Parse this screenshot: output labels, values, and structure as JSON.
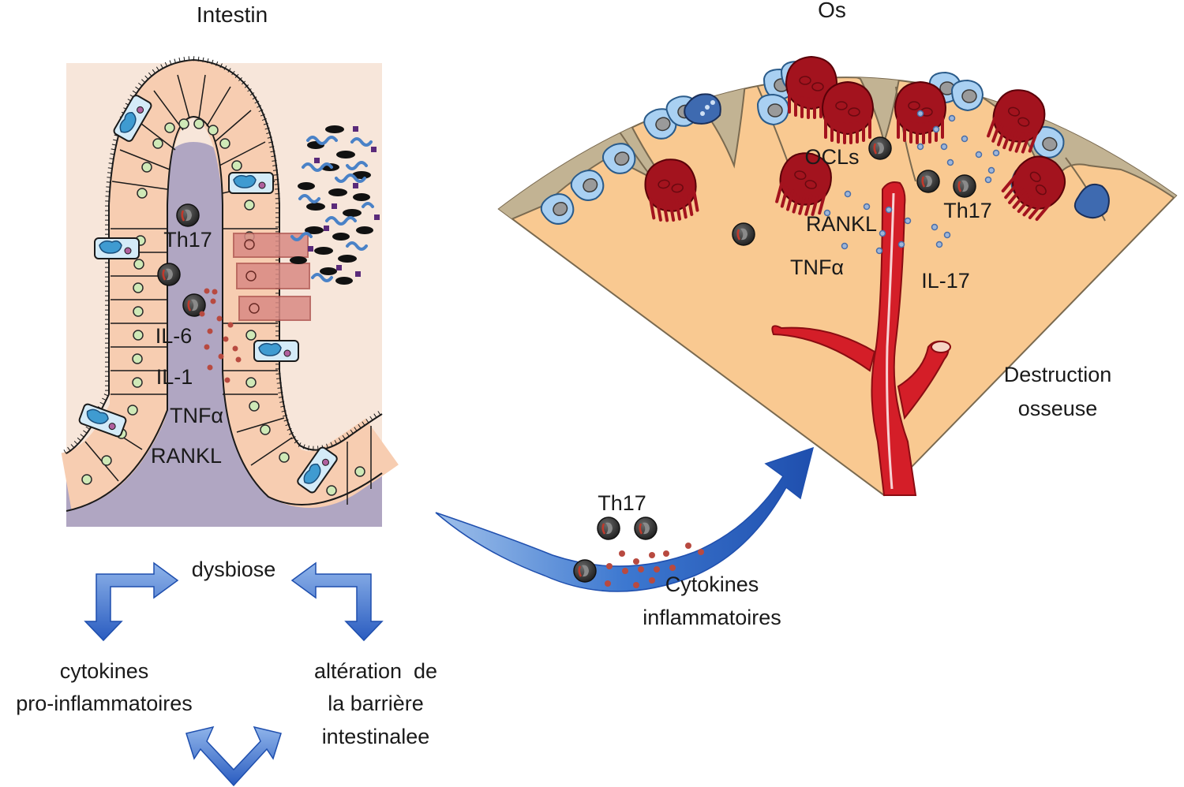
{
  "intestine": {
    "title": "Intestin",
    "labels": {
      "th17": "Th17",
      "il6": "IL-6",
      "il1": "IL-1",
      "tnfa": "TNFα",
      "rankl": "RANKL"
    }
  },
  "bone": {
    "title": "Os",
    "labels": {
      "ocls": "OCLs",
      "rankl": "RANKL",
      "th17": "Th17",
      "tnfa": "TNFα",
      "il17": "IL-17"
    },
    "destruction": [
      "Destruction",
      "osseuse"
    ]
  },
  "transit": {
    "th17": "Th17",
    "cytokines": [
      "Cytokines",
      "inflammatoires"
    ]
  },
  "cycle": {
    "dysbiose": "dysbiose",
    "cytokines": [
      "cytokines",
      "pro-inflammatoires"
    ],
    "barrier": [
      "altération  de",
      "la barrière",
      "intestinalee"
    ]
  },
  "colors": {
    "epithelium": "#f7cdb1",
    "lamina": "#b0a6c2",
    "goblet": "#3f9bd1",
    "bone_matrix": "#c2b393",
    "marrow": "#f9c991",
    "osteoclast": "#a3131e",
    "vessel": "#d41e28",
    "arrow_blue": "#2a62c4"
  }
}
